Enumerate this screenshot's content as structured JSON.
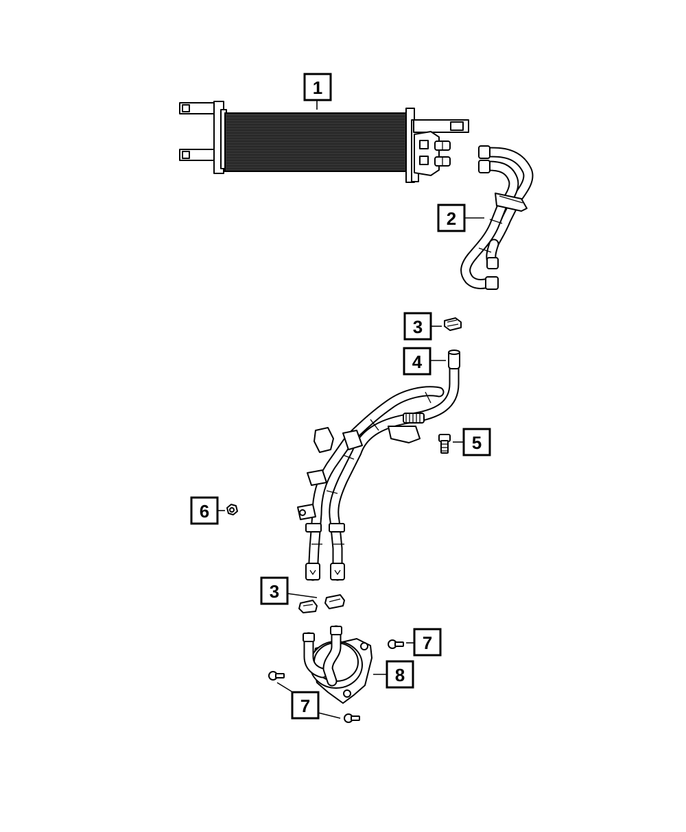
{
  "callouts": [
    {
      "id": "callout-1",
      "label": "1"
    },
    {
      "id": "callout-2",
      "label": "2"
    },
    {
      "id": "callout-3a",
      "label": "3"
    },
    {
      "id": "callout-4",
      "label": "4"
    },
    {
      "id": "callout-5",
      "label": "5"
    },
    {
      "id": "callout-6",
      "label": "6"
    },
    {
      "id": "callout-3b",
      "label": "3"
    },
    {
      "id": "callout-7a",
      "label": "7"
    },
    {
      "id": "callout-8",
      "label": "8"
    },
    {
      "id": "callout-7b",
      "label": "7"
    }
  ],
  "colors": {
    "line": "#000000",
    "background": "#ffffff"
  }
}
